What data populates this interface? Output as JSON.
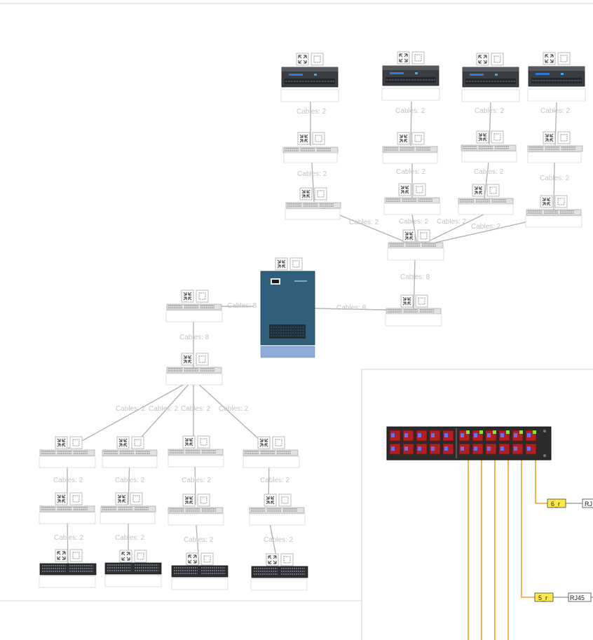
{
  "cable_labels": [
    "Cables: 2",
    "Cables: 8"
  ],
  "ports": {
    "tag_a": "6_r",
    "tag_b": "5_r",
    "rj_a": "RJ",
    "rj_b": "RJ45"
  },
  "colors": {
    "line": "#b4b4b4",
    "cabinet": "#2f5f7a",
    "cabinet_label": "#8eaadb",
    "orange": "#f0a030",
    "port_red": "#b02020",
    "tag_yellow": "#ffe84a"
  },
  "icons": [
    "expand-icon",
    "collapse-icon",
    "fit-view-icon"
  ]
}
